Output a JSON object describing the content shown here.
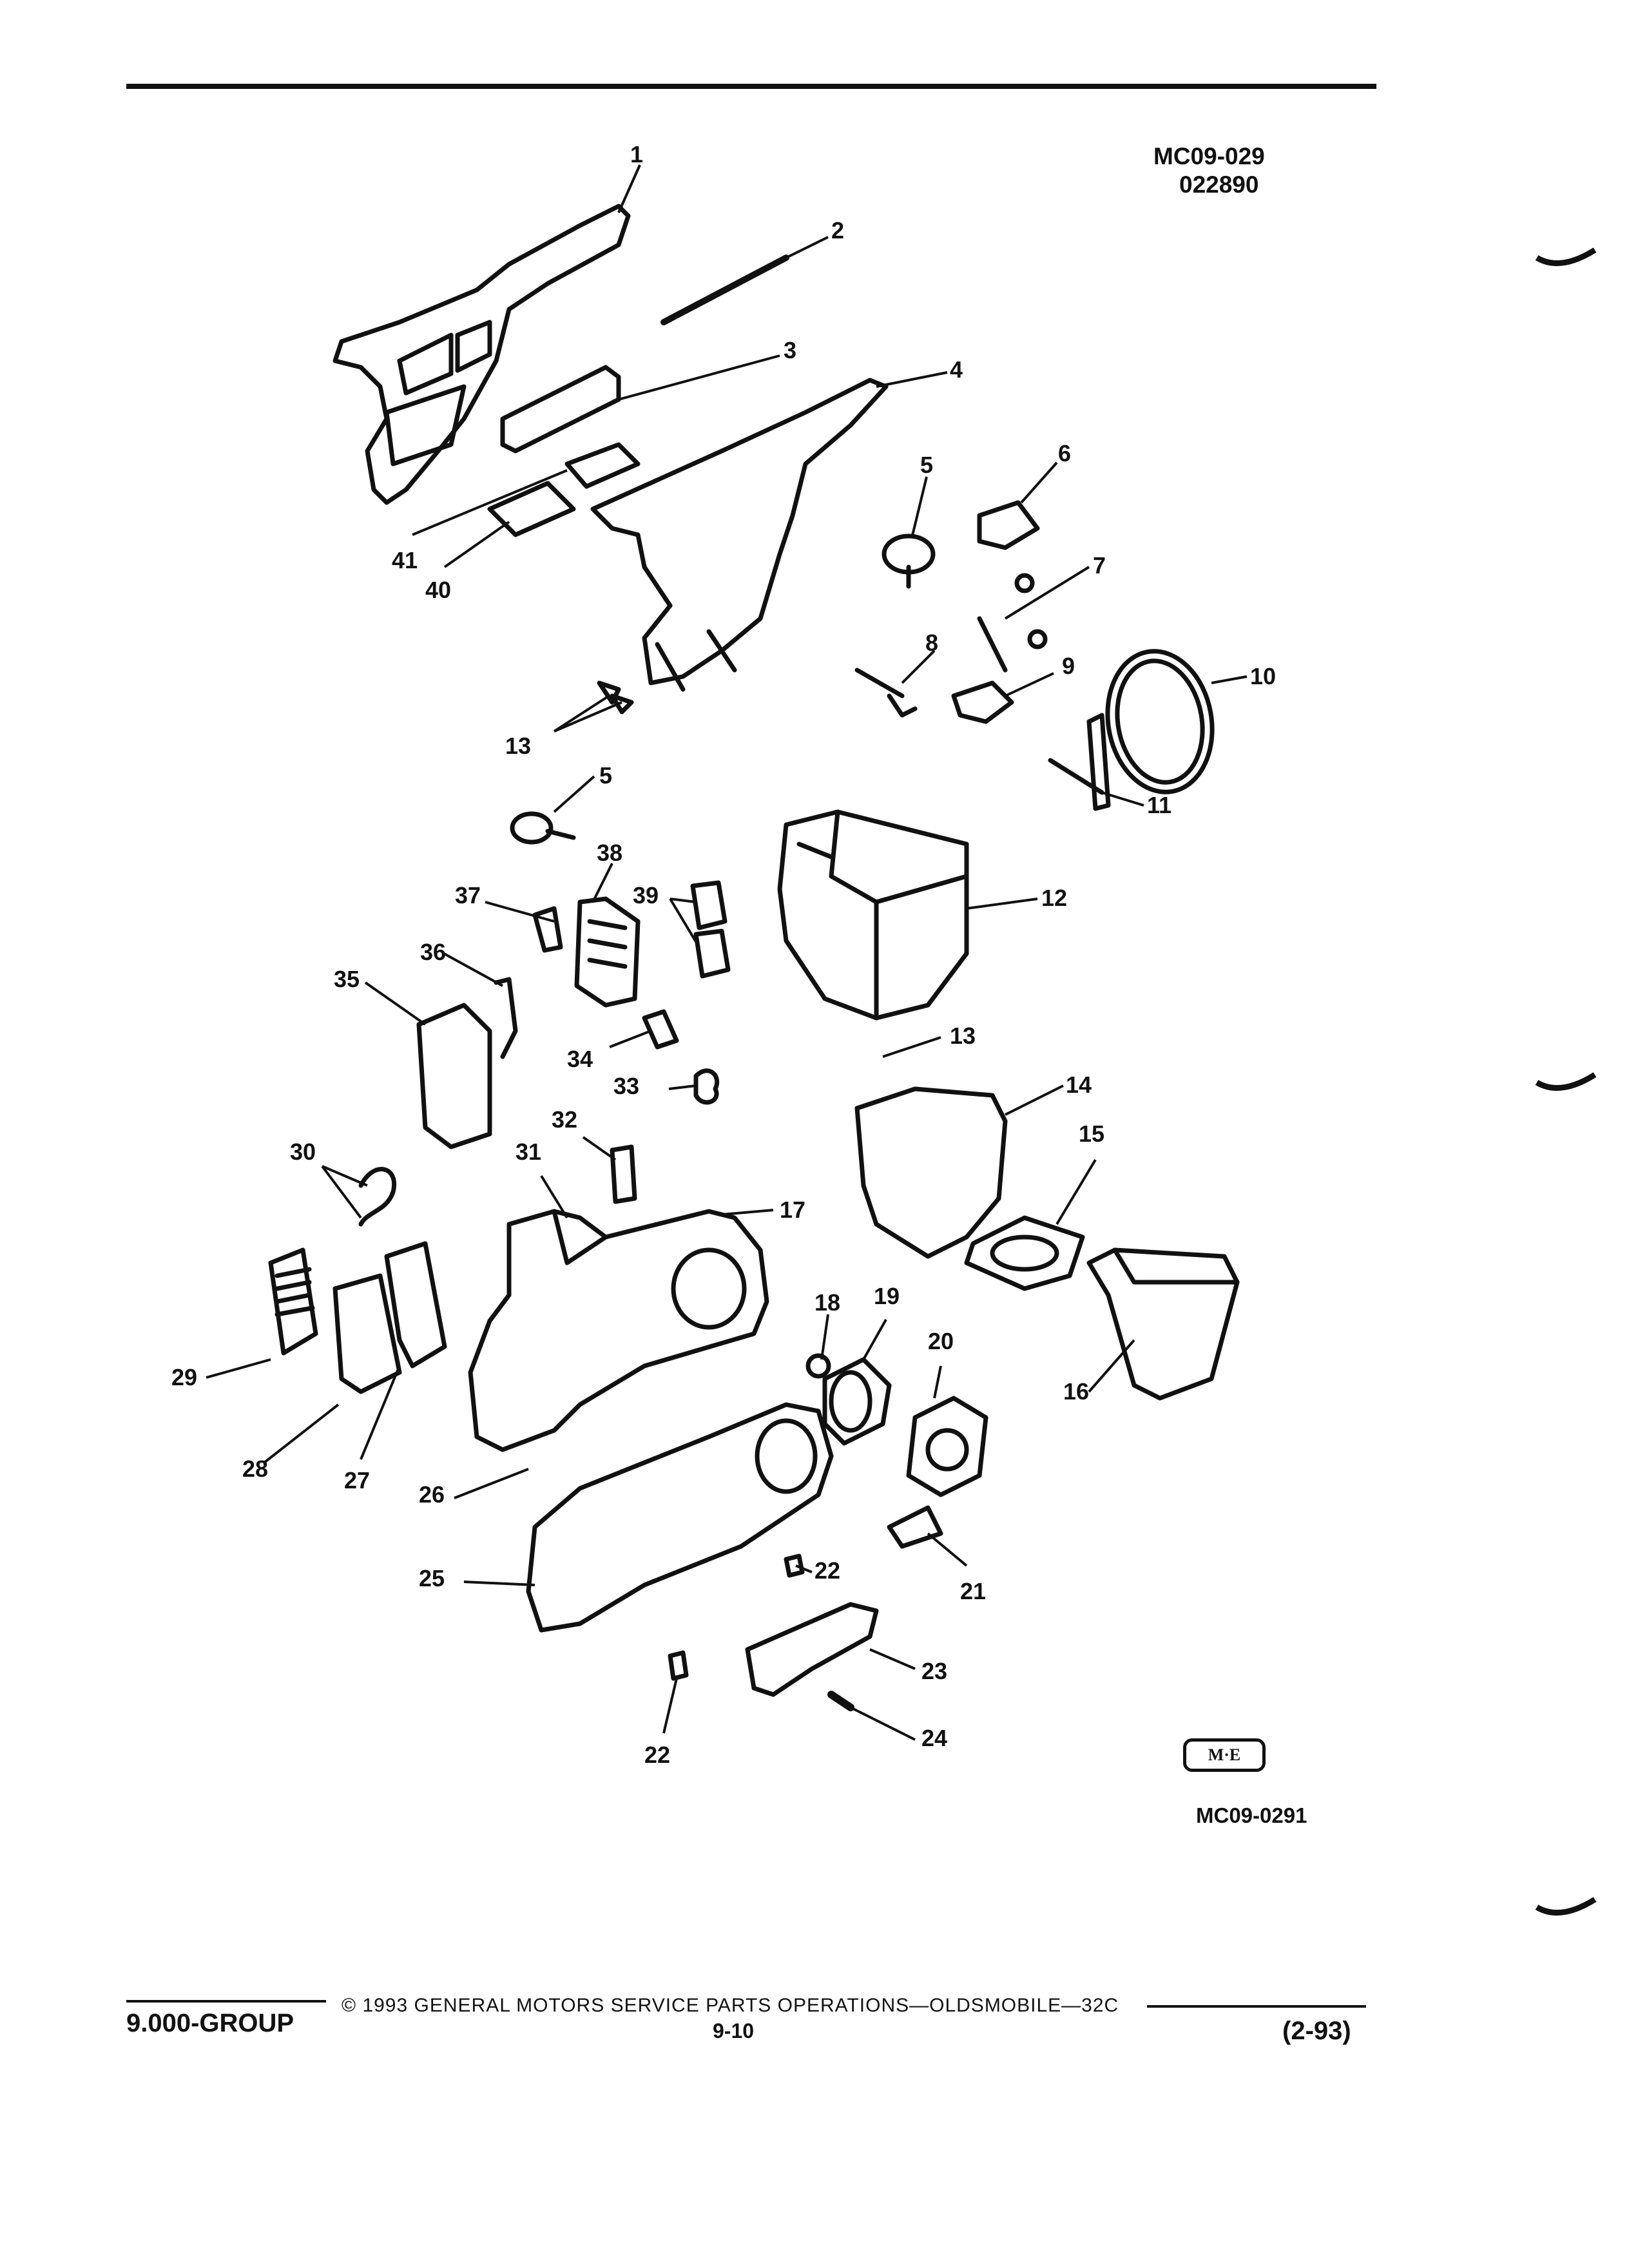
{
  "header": {
    "figure_code": "MC09-029",
    "figure_date": "022890"
  },
  "diagram": {
    "callouts": [
      "1",
      "2",
      "3",
      "4",
      "5",
      "6",
      "7",
      "8",
      "9",
      "10",
      "11",
      "13",
      "5",
      "38",
      "37",
      "39",
      "12",
      "36",
      "35",
      "34",
      "13",
      "33",
      "14",
      "32",
      "15",
      "30",
      "31",
      "17",
      "18",
      "19",
      "20",
      "29",
      "16",
      "28",
      "27",
      "26",
      "21",
      "25",
      "22",
      "23",
      "24",
      "22",
      "41",
      "40"
    ],
    "logo_text": "M·E",
    "image_code": "MC09-0291"
  },
  "footer": {
    "group": "9.000-GROUP",
    "copyright": "© 1993 GENERAL MOTORS SERVICE PARTS OPERATIONS—OLDSMOBILE—32C",
    "page": "9-10",
    "revision": "(2-93)"
  }
}
